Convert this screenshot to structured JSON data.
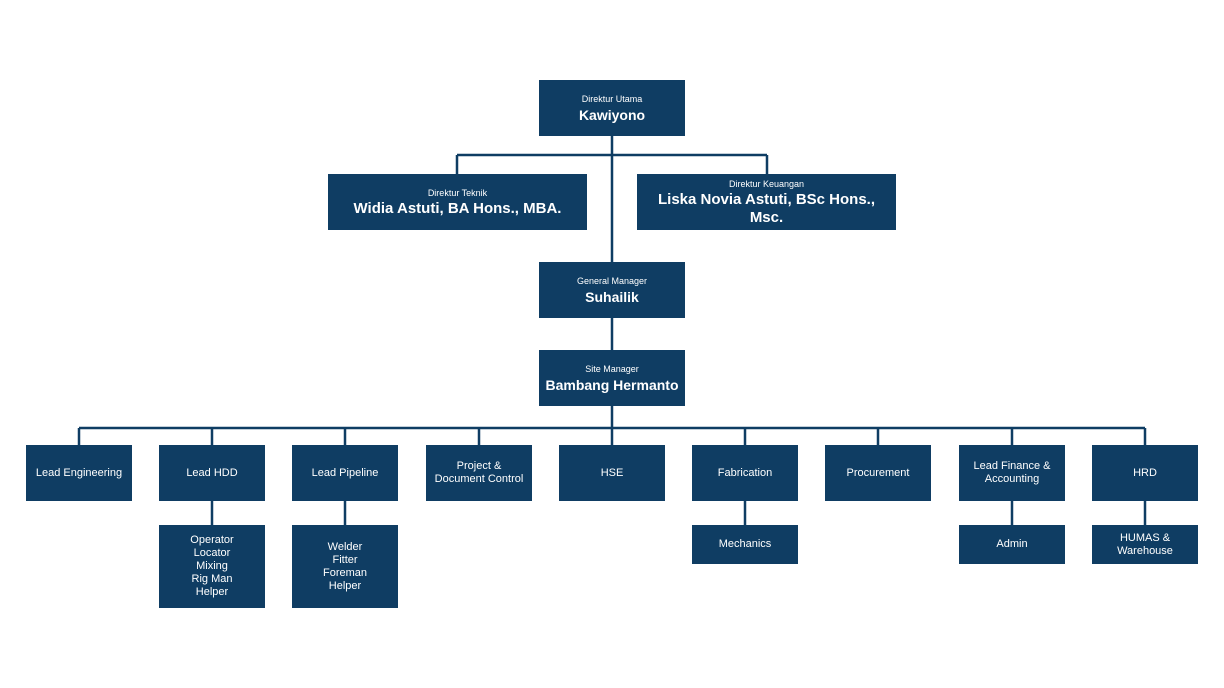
{
  "executives": {
    "direktur_utama": {
      "role": "Direktur Utama",
      "name": "Kawiyono"
    },
    "direktur_teknik": {
      "role": "Direktur Teknik",
      "name": "Widia Astuti, BA Hons., MBA."
    },
    "direktur_keuangan": {
      "role": "Direktur Keuangan",
      "name": "Liska Novia Astuti, BSc Hons., Msc."
    },
    "general_manager": {
      "role": "General Manager",
      "name": "Suhailik"
    },
    "site_manager": {
      "role": "Site Manager",
      "name": "Bambang Hermanto"
    }
  },
  "units": [
    {
      "label": "Lead Engineering"
    },
    {
      "label": "Lead HDD",
      "sub": [
        "Operator",
        "Locator",
        "Mixing",
        "Rig Man",
        "Helper"
      ]
    },
    {
      "label": "Lead Pipeline",
      "sub": [
        "Welder",
        "Fitter",
        "Foreman",
        "Helper"
      ]
    },
    {
      "label": "Project & Document Control"
    },
    {
      "label": "HSE"
    },
    {
      "label": "Fabrication",
      "sub": [
        "Mechanics"
      ]
    },
    {
      "label": "Procurement"
    },
    {
      "label": "Lead Finance & Accounting",
      "sub": [
        "Admin"
      ]
    },
    {
      "label": "HRD",
      "sub": [
        "HUMAS & Warehouse"
      ]
    }
  ],
  "colors": {
    "box": "#0f3d63",
    "line": "#0f3d63",
    "text": "#ffffff"
  }
}
